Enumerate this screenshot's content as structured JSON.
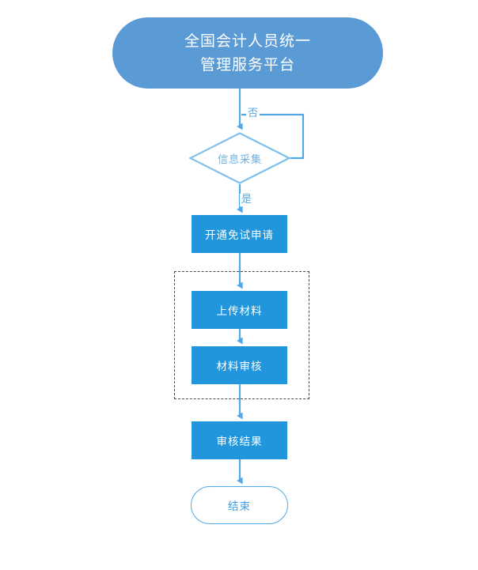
{
  "diagram": {
    "type": "flowchart",
    "orientation": "top-to-bottom",
    "background_color": "#ffffff",
    "title_node": {
      "name": "start-node",
      "shape": "stadium",
      "line1": "全国会计人员统一",
      "line2": "管理服务平台",
      "fill": "#5B9BD5",
      "text_color": "#ffffff"
    },
    "decision_node": {
      "name": "decision-information-collection",
      "shape": "diamond",
      "label": "信息采集",
      "stroke": "#7EC0EE",
      "fill": "#ffffff",
      "text_color": "#68B3E8"
    },
    "steps": [
      {
        "name": "open-exemption-application",
        "shape": "rectangle",
        "label": "开通免试申请",
        "fill": "#2196DC",
        "text_color": "#ffffff"
      },
      {
        "name": "upload-materials",
        "shape": "rectangle",
        "label": "上传材料",
        "fill": "#2196DC",
        "text_color": "#ffffff"
      },
      {
        "name": "material-review",
        "shape": "rectangle",
        "label": "材料审核",
        "fill": "#2196DC",
        "text_color": "#ffffff"
      },
      {
        "name": "review-result",
        "shape": "rectangle",
        "label": "审核结果",
        "fill": "#2196DC",
        "text_color": "#ffffff"
      }
    ],
    "group_box": {
      "name": "dashed-group",
      "style": "dashed",
      "stroke": "#4a4a4a",
      "label": ""
    },
    "end_node": {
      "name": "end-node",
      "shape": "stadium-outline",
      "label": "结束",
      "stroke": "#4FA9E8",
      "fill": "#ffffff",
      "text_color": "#3C9BE0"
    },
    "edge_labels": {
      "no": "否",
      "yes": "是"
    },
    "connector_color": "#4FA9E8"
  }
}
